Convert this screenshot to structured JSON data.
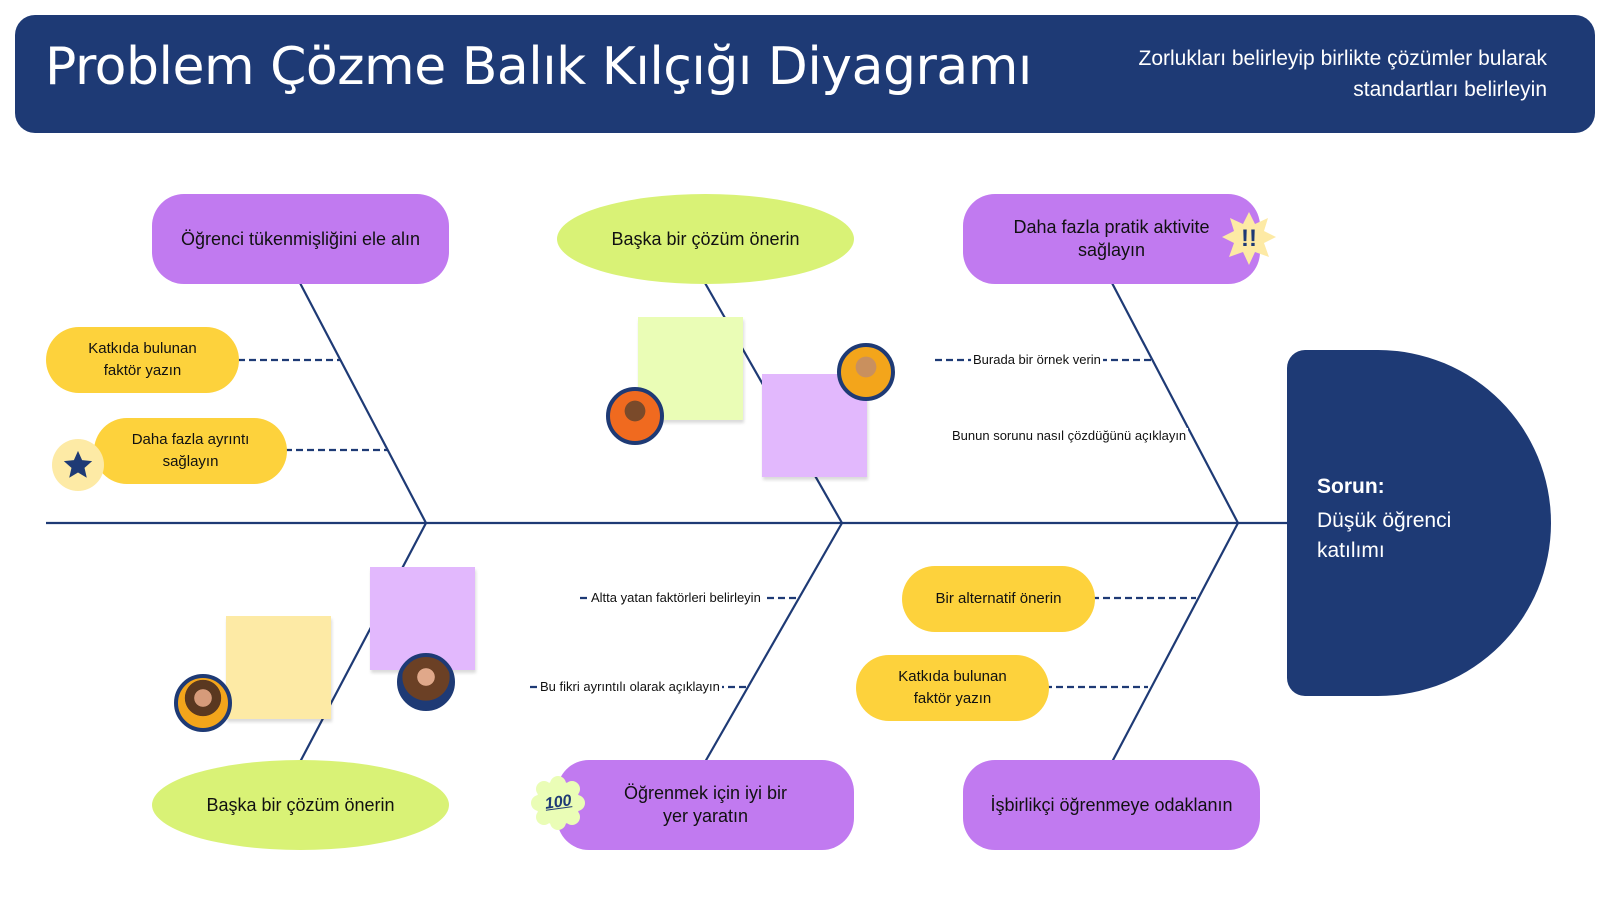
{
  "header": {
    "title": "Problem Çözme Balık Kılçığı Diyagramı",
    "subtitle": "Zorlukları belirleyip birlikte çözümler bularak standartları belirleyin"
  },
  "problem": {
    "label": "Sorun:",
    "text": "Düşük öğrenci katılımı"
  },
  "categories": {
    "top_left": "Öğrenci tükenmişliğini ele alın",
    "top_middle": "Başka bir çözüm önerin",
    "top_right": "Daha fazla pratik aktivite sağlayın",
    "bottom_left": "Başka bir çözüm önerin",
    "bottom_middle": "Öğrenmek için iyi bir yer yaratın",
    "bottom_right": "İşbirlikçi öğrenmeye odaklanın"
  },
  "causes": {
    "tl_1": "Katkıda bulunan faktör yazın",
    "tl_2": "Daha fazla ayrıntı sağlayın",
    "tr_1": "Burada bir örnek verin",
    "tr_2": "Bunun sorunu nasıl çözdüğünü açıklayın",
    "bm_1": "Altta yatan faktörleri belirleyin",
    "bm_2": "Bu fikri ayrıntılı olarak açıklayın",
    "br_1": "Bir alternatif önerin",
    "br_2": "Katkıda bulunan faktör yazın"
  },
  "badges": {
    "exclamation": "!!",
    "hundred": "100"
  },
  "icons": [
    "star-icon",
    "exclamation-burst-icon",
    "hundred-points-icon"
  ],
  "colors": {
    "navy": "#1e3a75",
    "purple": "#c17af0",
    "lime": "#d9f276",
    "yellow": "#fdd23c",
    "sticky_green": "#eafdb6",
    "sticky_purple": "#e2b8fd",
    "sticky_yellow": "#fdeaa5"
  }
}
